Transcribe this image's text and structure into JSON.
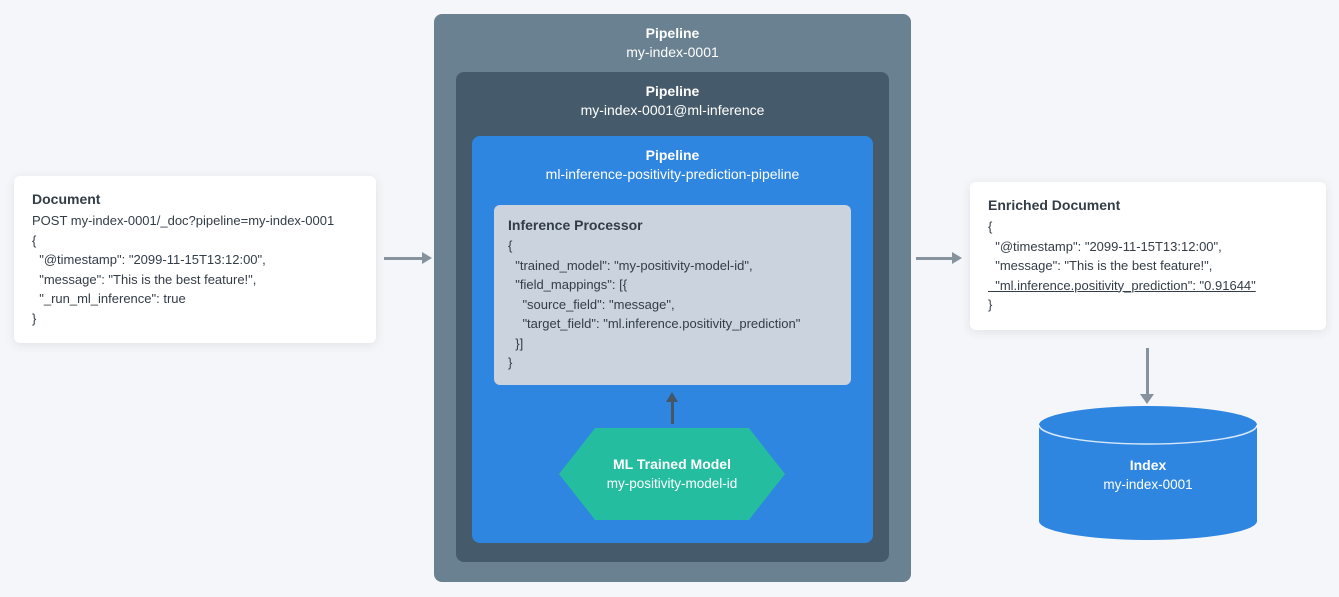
{
  "colors": {
    "background": "#f4f6f9",
    "card_bg": "#ffffff",
    "text": "#333d47",
    "outer_pipeline": "#6a8191",
    "inner_pipeline": "#455a6a",
    "ml_pipeline": "#2e86e0",
    "processor_card": "#cbd3de",
    "model_green": "#25bda0",
    "arrow_gray": "#86929e",
    "arrow_dark": "#455666",
    "cylinder_blue": "#2e86e0"
  },
  "document_card": {
    "title": "Document",
    "lines": [
      "POST my-index-0001/_doc?pipeline=my-index-0001",
      "{",
      "  \"@timestamp\": \"2099-11-15T13:12:00\",",
      "  \"message\": \"This is the best feature!\",",
      "  \"_run_ml_inference\": true",
      "}"
    ]
  },
  "outer_pipeline": {
    "title": "Pipeline",
    "subtitle": "my-index-0001"
  },
  "inner_pipeline": {
    "title": "Pipeline",
    "subtitle": "my-index-0001@ml-inference"
  },
  "ml_pipeline": {
    "title": "Pipeline",
    "subtitle": "ml-inference-positivity-prediction-pipeline"
  },
  "inference_processor": {
    "title": "Inference Processor",
    "lines": [
      "{",
      "  \"trained_model\": \"my-positivity-model-id\",",
      "  \"field_mappings\": [{",
      "    \"source_field\": \"message\",",
      "    \"target_field\": \"ml.inference.positivity_prediction\"",
      "  }]",
      "}"
    ]
  },
  "ml_model": {
    "title": "ML Trained Model",
    "subtitle": "my-positivity-model-id"
  },
  "enriched_document_card": {
    "title": "Enriched Document",
    "underline_index": 3,
    "lines": [
      "{",
      "  \"@timestamp\": \"2099-11-15T13:12:00\",",
      "  \"message\": \"This is the best feature!\",",
      "  \"ml.inference.positivity_prediction\": \"0.91644\"",
      "}"
    ]
  },
  "index": {
    "title": "Index",
    "subtitle": "my-index-0001"
  }
}
